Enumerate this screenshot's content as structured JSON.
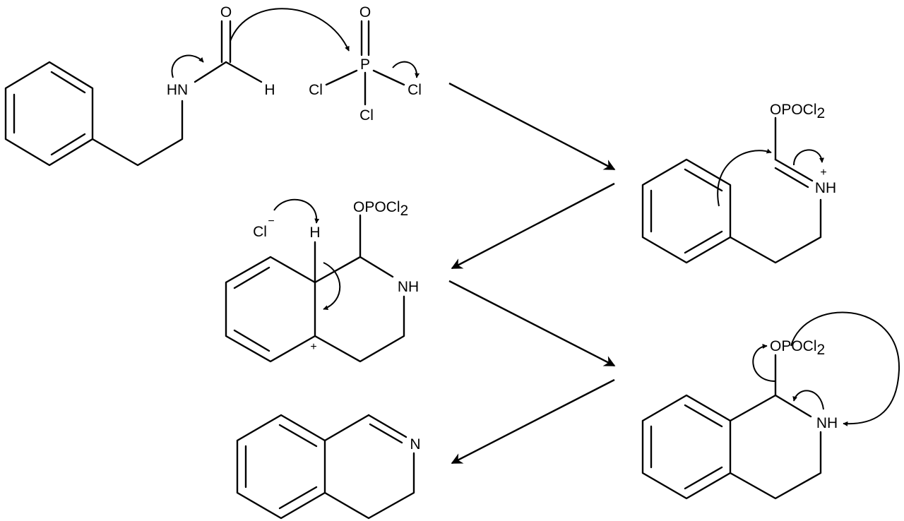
{
  "labels": {
    "formamide_o": "O",
    "formamide_nh": "HN",
    "formamide_h": "H",
    "pocl3_o": "O",
    "pocl3_p": "P",
    "pocl3_cl_left": "Cl",
    "pocl3_cl_right": "Cl",
    "pocl3_cl_bottom": "Cl",
    "imin_opocl": "OPOCl",
    "imin_opocl_sub": "2",
    "imin_nh": "NH",
    "imin_charge": "+",
    "cation_chloride": "Cl",
    "cation_chloride_charge": "−",
    "cation_h": "H",
    "cation_opocl": "OPOCl",
    "cation_opocl_sub": "2",
    "cation_nh": "NH",
    "cation_charge": "+",
    "thiq_opocl": "OPOCl",
    "thiq_opocl_sub": "2",
    "thiq_nh": "NH",
    "product_n": "N"
  }
}
